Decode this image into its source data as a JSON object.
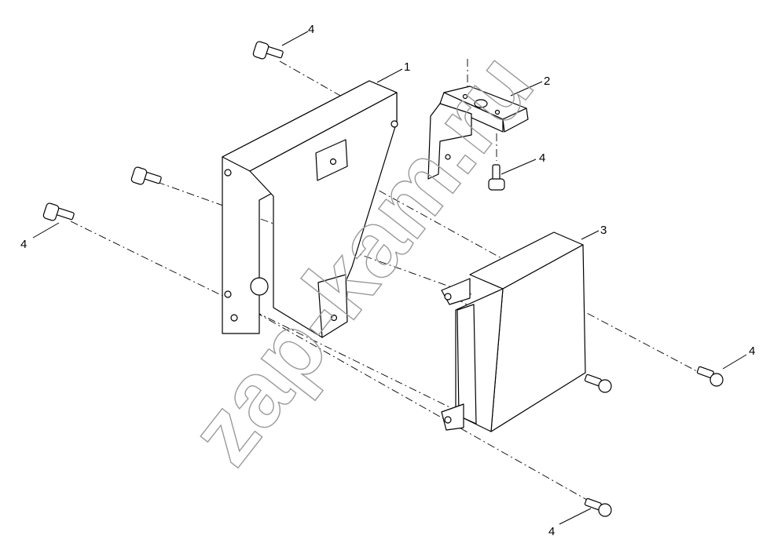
{
  "watermark": "zap-kam.ru",
  "callouts": {
    "c1": "1",
    "c2": "2",
    "c3": "3",
    "c4a": "4",
    "c4b": "4",
    "c4c": "4",
    "c4d": "4",
    "c4e": "4"
  },
  "parts": [
    {
      "callout": "1",
      "name": "bracket"
    },
    {
      "callout": "2",
      "name": "mounting-bracket"
    },
    {
      "callout": "3",
      "name": "control-unit"
    },
    {
      "callout": "4",
      "name": "bolt"
    }
  ]
}
